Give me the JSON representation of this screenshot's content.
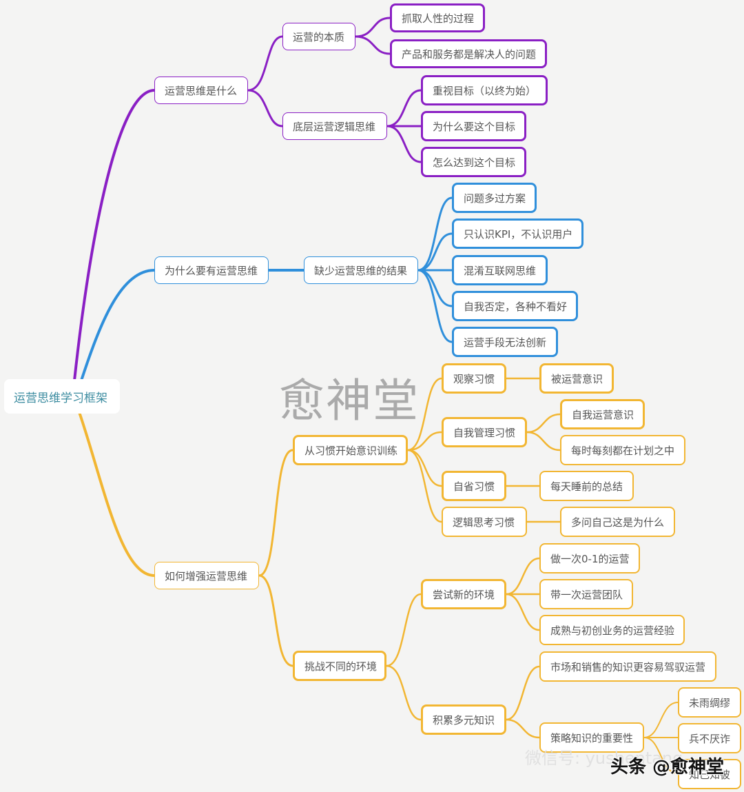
{
  "root": {
    "label": "运营思维学习框架"
  },
  "colors": {
    "purple": "#8a1fc4",
    "blue": "#2f8fdb",
    "orange": "#f2b632",
    "root_text": "#3c8ca0",
    "background": "#f4f4f3"
  },
  "branches": [
    {
      "label": "运营思维是什么",
      "children": [
        {
          "label": "运营的本质",
          "children": [
            {
              "label": "抓取人性的过程"
            },
            {
              "label": "产品和服务都是解决人的问题"
            }
          ]
        },
        {
          "label": "底层运营逻辑思维",
          "children": [
            {
              "label": "重视目标（以终为始）"
            },
            {
              "label": "为什么要这个目标"
            },
            {
              "label": "怎么达到这个目标"
            }
          ]
        }
      ]
    },
    {
      "label": "为什么要有运营思维",
      "children": [
        {
          "label": "缺少运营思维的结果",
          "children": [
            {
              "label": "问题多过方案"
            },
            {
              "label": "只认识KPI，不认识用户"
            },
            {
              "label": "混淆互联网思维"
            },
            {
              "label": "自我否定，各种不看好"
            },
            {
              "label": "运营手段无法创新"
            }
          ]
        }
      ]
    },
    {
      "label": "如何增强运营思维",
      "children": [
        {
          "label": "从习惯开始意识训练",
          "children": [
            {
              "label": "观察习惯",
              "children": [
                {
                  "label": "被运营意识"
                }
              ]
            },
            {
              "label": "自我管理习惯",
              "children": [
                {
                  "label": "自我运营意识"
                },
                {
                  "label": "每时每刻都在计划之中"
                }
              ]
            },
            {
              "label": "自省习惯",
              "children": [
                {
                  "label": "每天睡前的总结"
                }
              ]
            },
            {
              "label": "逻辑思考习惯",
              "children": [
                {
                  "label": "多问自己这是为什么"
                }
              ]
            }
          ]
        },
        {
          "label": "挑战不同的环境",
          "children": [
            {
              "label": "尝试新的环境",
              "children": [
                {
                  "label": "做一次0-1的运营"
                },
                {
                  "label": "带一次运营团队"
                },
                {
                  "label": "成熟与初创业务的运营经验"
                }
              ]
            },
            {
              "label": "积累多元知识",
              "children": [
                {
                  "label": "市场和销售的知识更容易驾驭运营"
                },
                {
                  "label": "策略知识的重要性",
                  "children": [
                    {
                      "label": "未雨绸缪"
                    },
                    {
                      "label": "兵不厌诈"
                    },
                    {
                      "label": "知己知彼"
                    }
                  ]
                }
              ]
            }
          ]
        }
      ]
    }
  ],
  "watermarks": {
    "center": "愈神堂",
    "wechat": "微信号: yushentang",
    "toutiao": "头条 @愈神堂"
  }
}
